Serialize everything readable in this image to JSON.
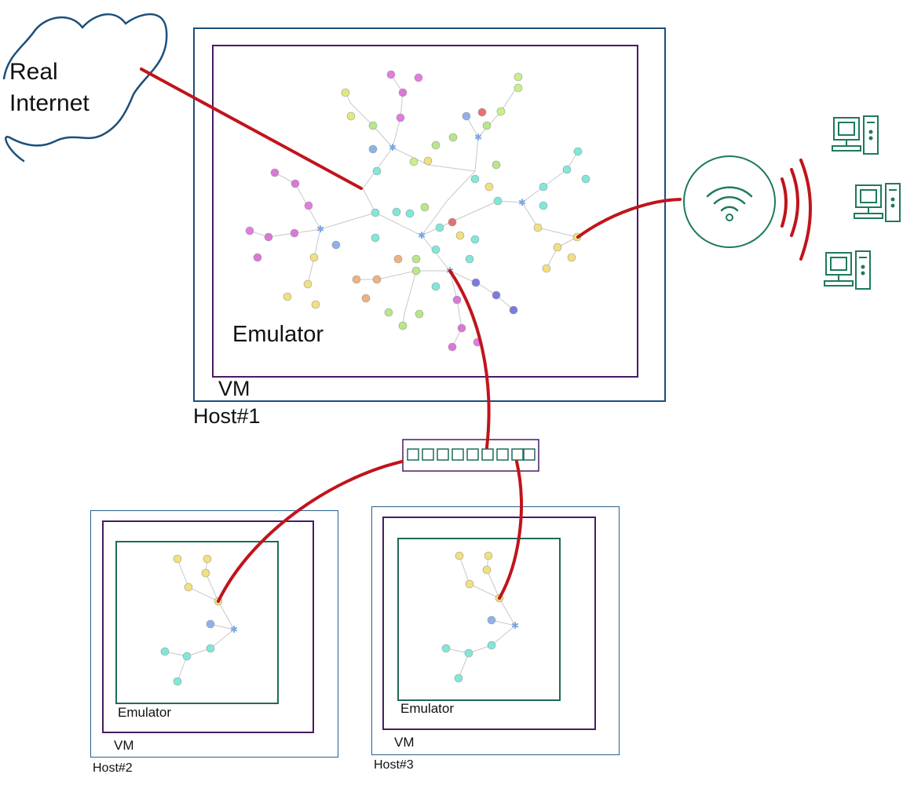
{
  "cloud": {
    "line1": "Real",
    "line2": "Internet"
  },
  "host1": {
    "host_label": "Host#1",
    "vm_label": "VM",
    "emulator_label": "Emulator"
  },
  "host2": {
    "host_label": "Host#2",
    "vm_label": "VM",
    "emulator_label": "Emulator"
  },
  "host3": {
    "host_label": "Host#3",
    "vm_label": "VM",
    "emulator_label": "Emulator"
  },
  "icons": [
    "cloud-icon",
    "switch-icon",
    "wifi-access-point-icon",
    "computer-icon"
  ],
  "colors": {
    "link": "#c0141c",
    "host_border": "#1c4f7a",
    "vm_border": "#4a1a63",
    "emulator_border": "#1e6b5a",
    "device": "#1e7a5a"
  }
}
